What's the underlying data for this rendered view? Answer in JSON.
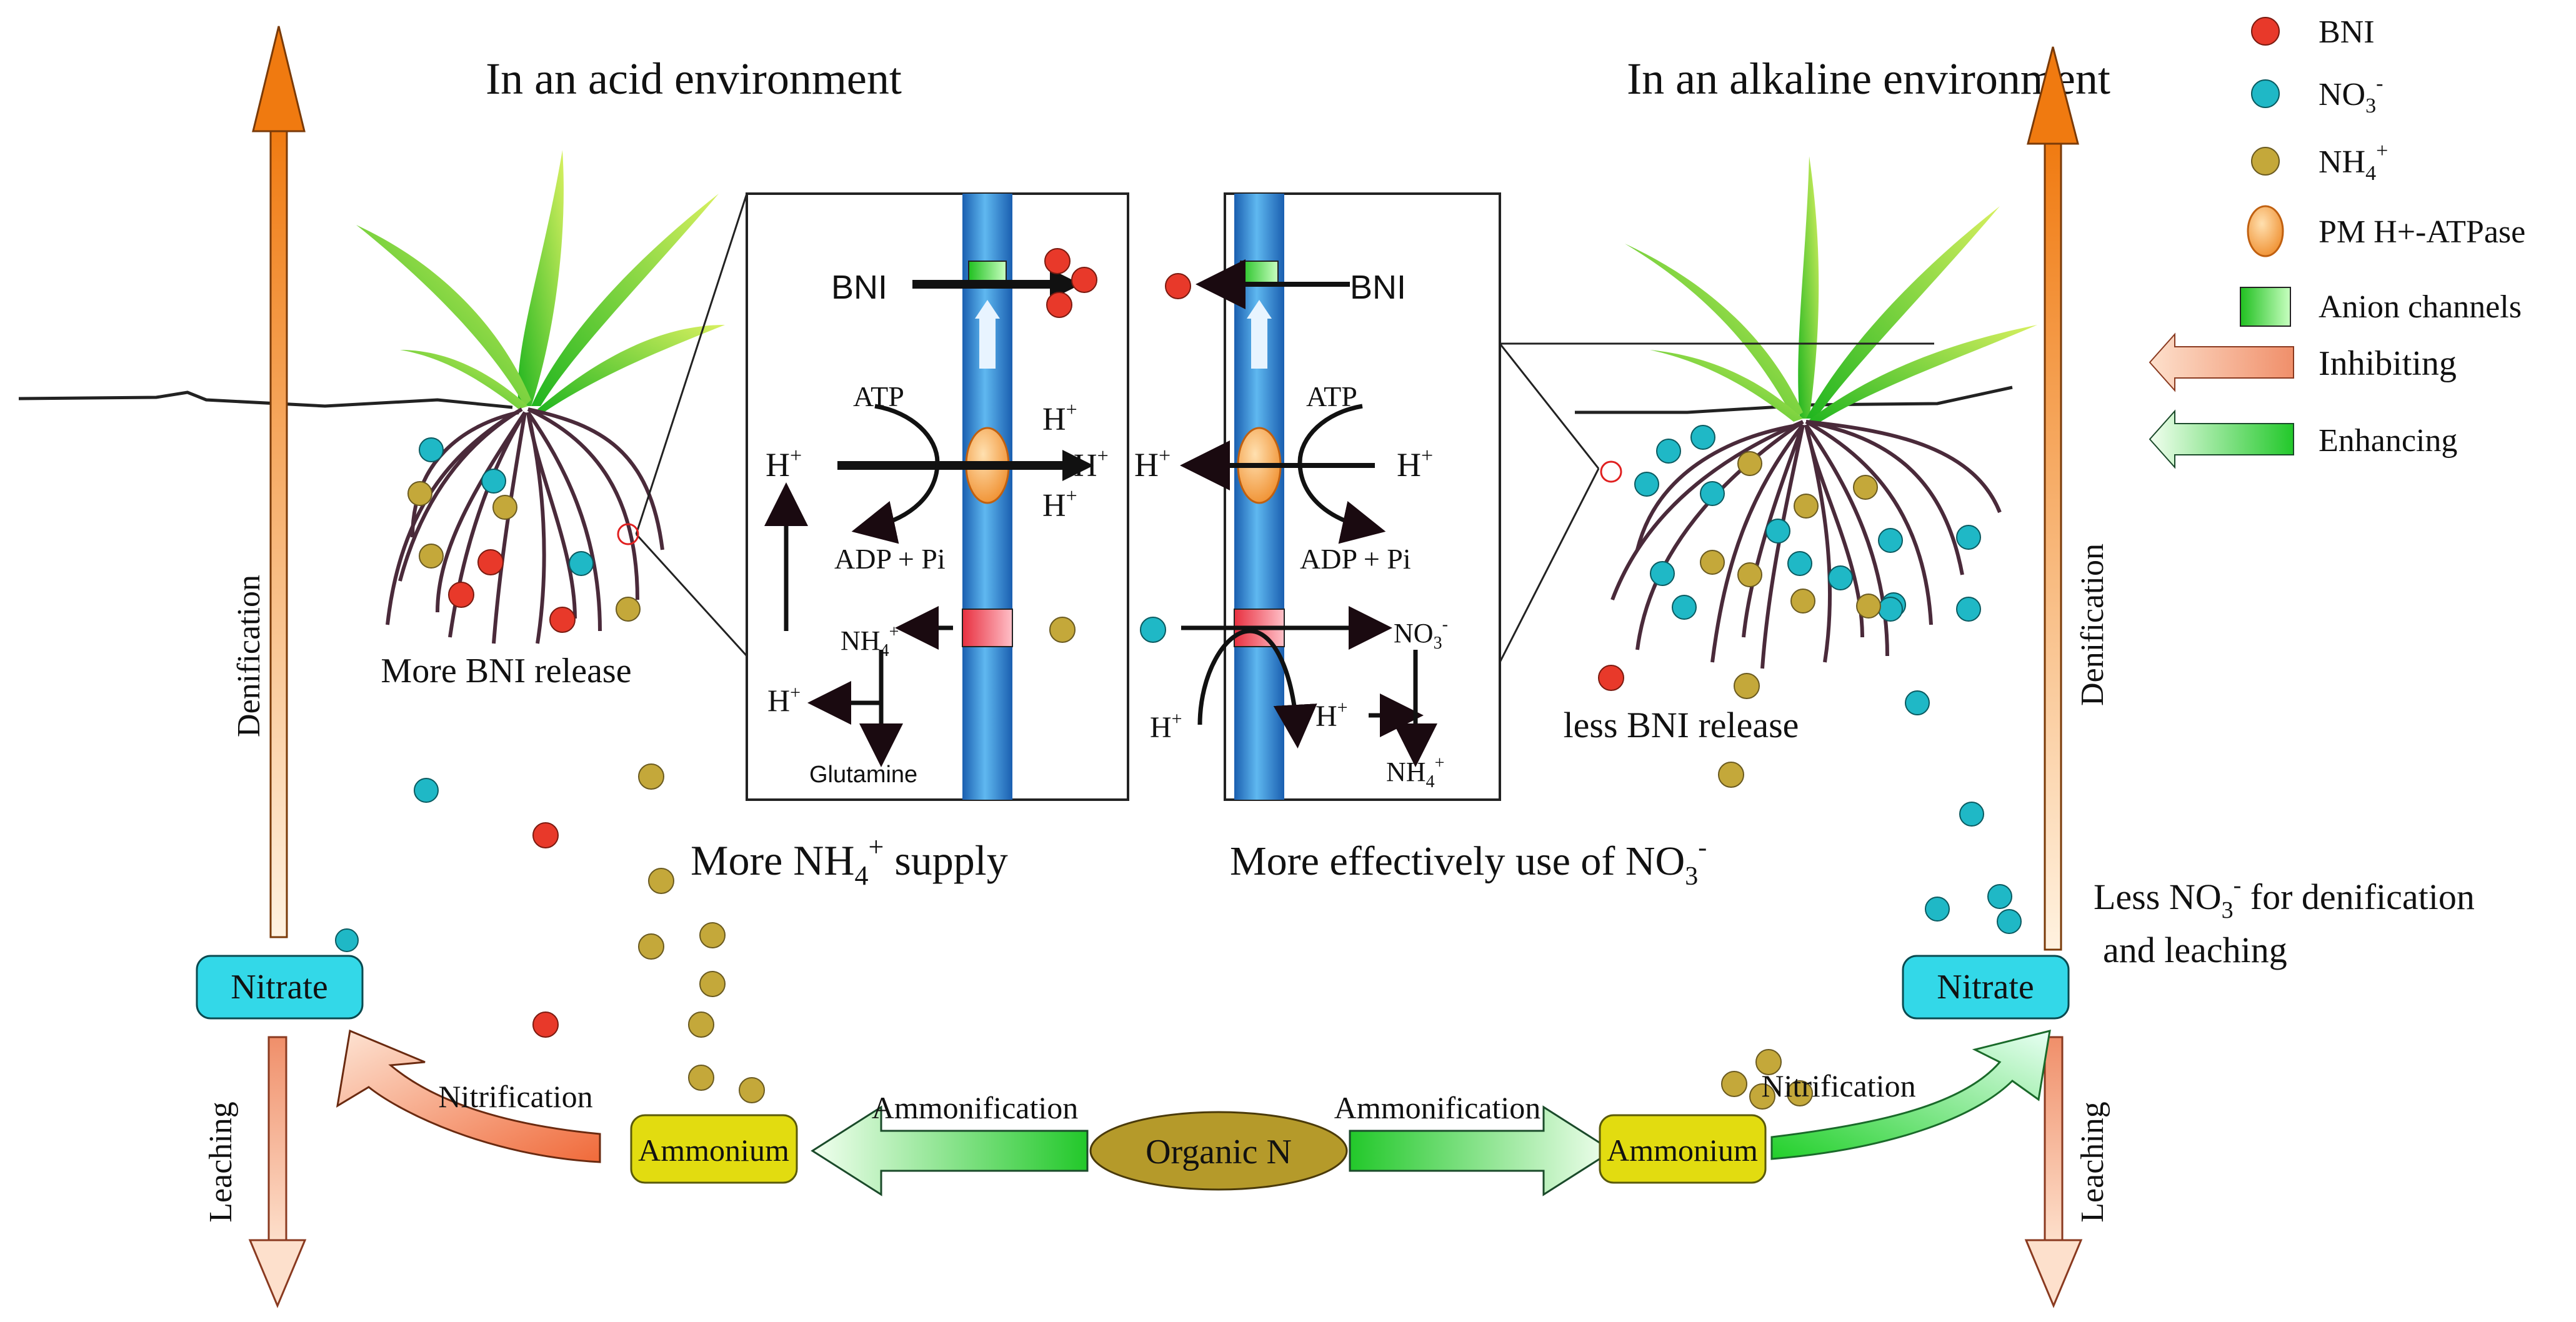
{
  "titles": {
    "acid": "In an acid environment",
    "alkaline": "In an alkaline environment"
  },
  "legend": [
    {
      "label": "BNI",
      "icon": "red-dot-icon"
    },
    {
      "label": "NO",
      "sub": "3",
      "sup": "-",
      "icon": "cyan-dot-icon"
    },
    {
      "label": "NH",
      "sub": "4",
      "sup": "+",
      "icon": "khaki-dot-icon"
    },
    {
      "label": "PM H+-ATPase",
      "icon": "orange-oval-icon"
    },
    {
      "label": "Anion channels",
      "icon": "green-square-icon"
    },
    {
      "label": "Inhibiting",
      "icon": "salmon-arrow-icon"
    },
    {
      "label": "Enhancing",
      "icon": "green-arrow-icon"
    }
  ],
  "left_cycle": {
    "denification": "Denification",
    "leaching": "Leaching",
    "nitrate": "Nitrate",
    "nitrification": "Nitrification",
    "ammonium": "Ammonium",
    "ammonification": "Ammonification",
    "release": "More BNI release",
    "supply_pre": "More NH",
    "supply_sub": "4",
    "supply_sup": "+",
    "supply_post": " supply"
  },
  "right_cycle": {
    "denification": "Denification",
    "leaching": "Leaching",
    "nitrate": "Nitrate",
    "nitrification": "Nitrification",
    "ammonium": "Ammonium",
    "ammonification": "Ammonification",
    "release": "less BNI release",
    "use_pre": "More effectively use of NO",
    "use_sub": "3",
    "use_sup": "-",
    "less_pre": "Less NO",
    "less_sub": "3",
    "less_sup": "-",
    "less_post": " for denification",
    "less_line2": "and leaching"
  },
  "center": {
    "organic": "Organic N"
  },
  "acid_box": {
    "bni": "BNI",
    "atp": "ATP",
    "h": "H",
    "plus": "+",
    "adp": "ADP + Pi",
    "nh4": "NH",
    "nh4_sub": "4",
    "nh4_sup": "+",
    "glutamine": "Glutamine"
  },
  "alk_box": {
    "bni": "BNI",
    "atp": "ATP",
    "h": "H",
    "plus": "+",
    "adp": "ADP + Pi",
    "no3": "NO",
    "no3_sub": "3",
    "no3_sup": "-",
    "nh4": "NH",
    "nh4_sub": "4",
    "nh4_sup": "+"
  },
  "colors": {
    "bni": "#e8392a",
    "no3": "#1fb8c6",
    "nh4": "#c4a83a",
    "nitrate_box": "#33d8e8",
    "ammonium_box": "#e2dc10",
    "organic": "#b59a2a",
    "orange_arrow": "#f07a10",
    "salmon_arrow": "#f4a07a",
    "green_arrow": "#22d02a",
    "membrane": "#2a7fd4"
  }
}
